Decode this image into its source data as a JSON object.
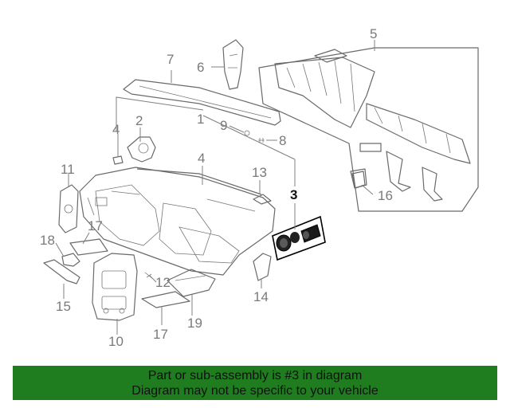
{
  "diagram": {
    "callouts": {
      "c1": "1",
      "c2": "2",
      "c3": "3",
      "c4a": "4",
      "c4b": "4",
      "c5": "5",
      "c6": "6",
      "c7": "7",
      "c8": "8",
      "c9": "9",
      "c10": "10",
      "c11": "11",
      "c12": "12",
      "c13": "13",
      "c14": "14",
      "c15": "15",
      "c16": "16",
      "c17a": "17",
      "c17b": "17",
      "c18": "18",
      "c19": "19"
    },
    "highlighted_part": "3",
    "highlight_color": "#000000"
  },
  "banner": {
    "line1": "Part or sub-assembly is #3 in diagram",
    "line2": "Diagram may not be specific to your vehicle",
    "background": "#1f7d1f"
  }
}
